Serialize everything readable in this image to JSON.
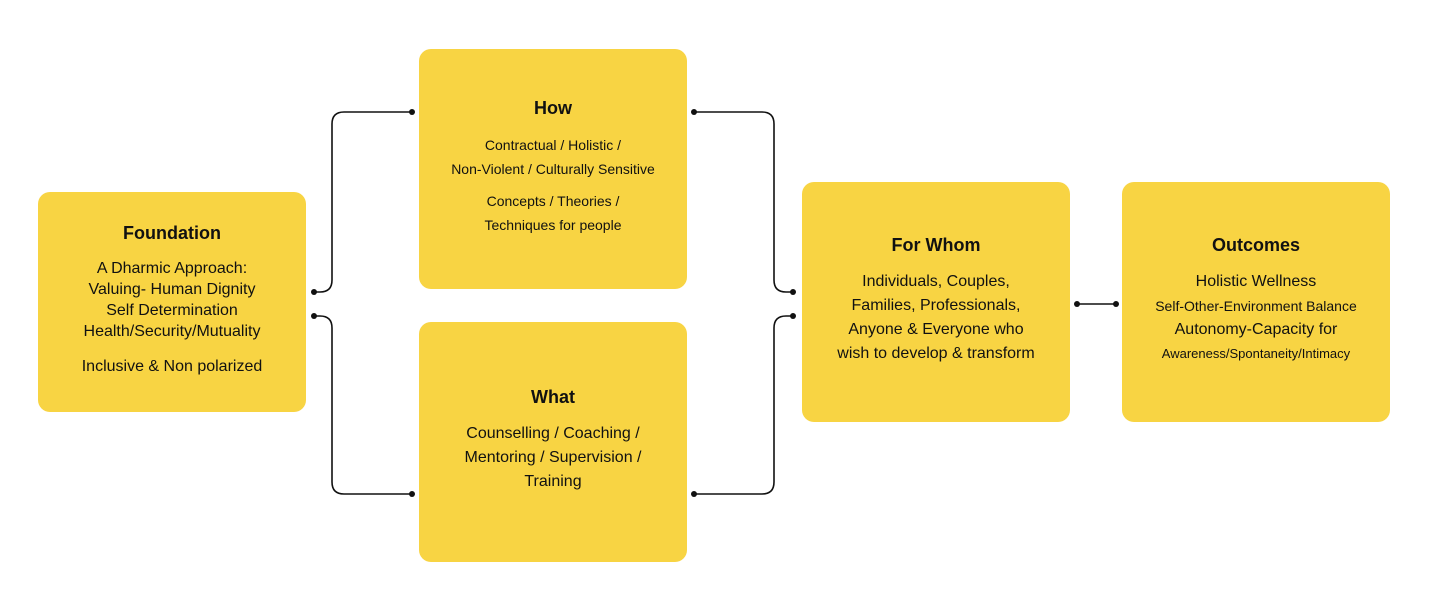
{
  "colors": {
    "box_fill": "#F8D443",
    "connector": "#111111"
  },
  "foundation": {
    "title": "Foundation",
    "groups": [
      [
        "A Dharmic Approach:",
        "Valuing- Human Dignity",
        "Self Determination",
        "Health/Security/Mutuality"
      ],
      [
        "Inclusive & Non polarized"
      ]
    ]
  },
  "how": {
    "title": "How",
    "groups": [
      [
        "Contractual / Holistic /",
        "Non-Violent / Culturally Sensitive"
      ],
      [
        "Concepts / Theories /",
        "Techniques for people"
      ]
    ]
  },
  "what": {
    "title": "What",
    "groups": [
      [
        "Counselling / Coaching /",
        "Mentoring / Supervision /",
        "Training"
      ]
    ]
  },
  "for_whom": {
    "title": "For Whom",
    "groups": [
      [
        "Individuals, Couples,",
        "Families, Professionals,",
        "Anyone & Everyone who",
        "wish to develop & transform"
      ]
    ]
  },
  "outcomes": {
    "title": "Outcomes",
    "groups": [
      [
        "Holistic Wellness",
        "Self-Other-Environment Balance",
        "Autonomy-Capacity for",
        "Awareness/Spontaneity/Intimacy"
      ]
    ]
  }
}
